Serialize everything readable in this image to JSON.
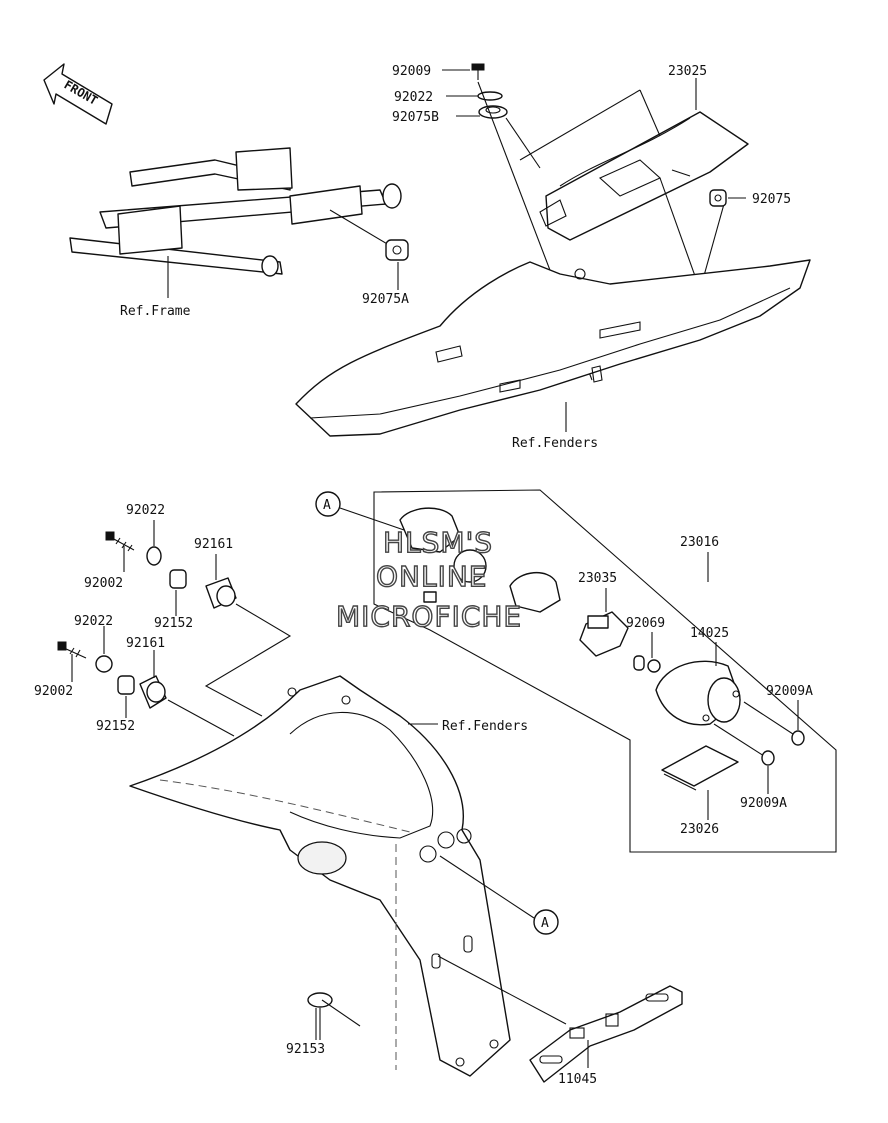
{
  "front_arrow": "FRONT",
  "refs": {
    "frame": "Ref.Frame",
    "fenders_top": "Ref.Fenders",
    "fenders_bottom": "Ref.Fenders"
  },
  "callout": "A",
  "watermark": [
    "HLSM'S",
    "ONLINE",
    "MICROFICHE"
  ],
  "parts": {
    "p92009": "92009",
    "p92022_top": "92022",
    "p92075B": "92075B",
    "p23025": "23025",
    "p92075": "92075",
    "p92075A": "92075A",
    "p92022_a": "92022",
    "p92002_a": "92002",
    "p92161_a": "92161",
    "p92152_a": "92152",
    "p92022_b": "92022",
    "p92161_b": "92161",
    "p92002_b": "92002",
    "p92152_b": "92152",
    "p23016": "23016",
    "p23035": "23035",
    "p92069": "92069",
    "p14025": "14025",
    "p92009A_a": "92009A",
    "p92009A_b": "92009A",
    "p23026": "23026",
    "p92153": "92153",
    "p11045": "11045"
  }
}
